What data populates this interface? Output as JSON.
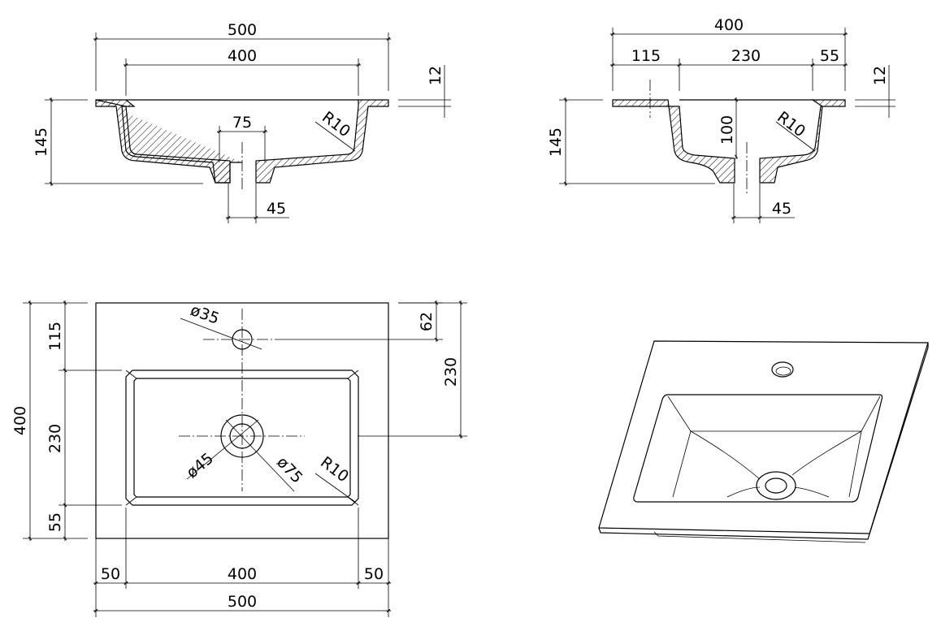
{
  "front_section": {
    "overall_width": "500",
    "bowl_width": "400",
    "flange_thickness": "12",
    "total_height": "145",
    "drain_outer": "75",
    "radius": "R10",
    "drain_inner": "45"
  },
  "side_section": {
    "overall_depth": "400",
    "back_to_bowl": "115",
    "bowl_depth": "230",
    "front_rim": "55",
    "flange_thickness": "12",
    "total_height": "145",
    "bowl_height": "100",
    "radius": "R10",
    "drain_inner": "45"
  },
  "plan_view": {
    "tap_hole": "ø35",
    "tap_offset": "62",
    "drain_offset": "230",
    "back_rim": "115",
    "overall_depth": "400",
    "bowl_depth": "230",
    "front_rim": "55",
    "drain_inner": "ø45",
    "drain_outer": "ø75",
    "radius": "R10",
    "left_rim": "50",
    "bowl_width": "400",
    "right_rim": "50",
    "overall_width": "500"
  }
}
